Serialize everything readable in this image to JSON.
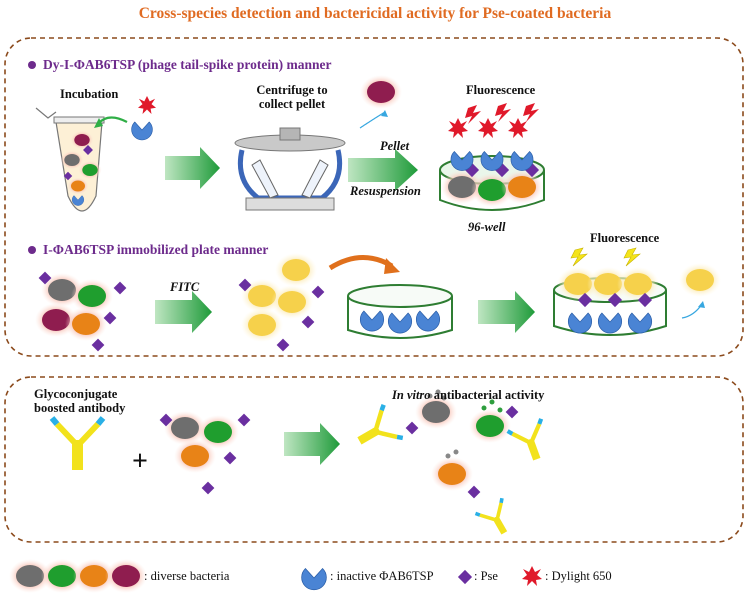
{
  "title": "Cross-species detection and bactericidal activity for Pse-coated bacteria",
  "colors": {
    "title": "#e06b22",
    "section_heading": "#6d2b8c",
    "bullet": "#6d2b8c",
    "dashed_border": "#8b4a1c",
    "bacteria_gray": "#6e6e6e",
    "bacteria_green": "#1f9e2e",
    "bacteria_orange": "#e88317",
    "bacteria_maroon": "#8f1d4f",
    "bacteria_yellow": "#f6d14b",
    "phage_protein_blue": "#4a84d4",
    "pse_purple": "#6a2fa0",
    "dylight_red": "#e0192a",
    "arrow_green": "#2fae46",
    "antibody_yellow": "#f2e21c",
    "antibody_blue": "#2ab0e6"
  },
  "panel1": {
    "section_a": {
      "heading": "Dy-I-ΦAB6TSP (phage tail-spike protein) manner",
      "incubation": "Incubation",
      "centrifuge": "Centrifuge to collect pellet",
      "pellet": "Pellet",
      "resuspension": "Resuspension",
      "fluorescence": "Fluorescence",
      "well_label": "96-well"
    },
    "section_b": {
      "heading": "I-ΦAB6TSP immobilized plate manner",
      "fitc": "FITC",
      "fluorescence": "Fluorescence"
    }
  },
  "panel2": {
    "antibody_label_line1": "Glycoconjugate",
    "antibody_label_line2": "boosted antibody",
    "plus": "+",
    "activity_italic": "In vitro",
    "activity_rest": " antibacterial activity"
  },
  "legend": {
    "bacteria": ": diverse bacteria",
    "phage": ": inactive ΦAB6TSP",
    "pse": ": Pse",
    "dylight": ": Dylight 650"
  }
}
